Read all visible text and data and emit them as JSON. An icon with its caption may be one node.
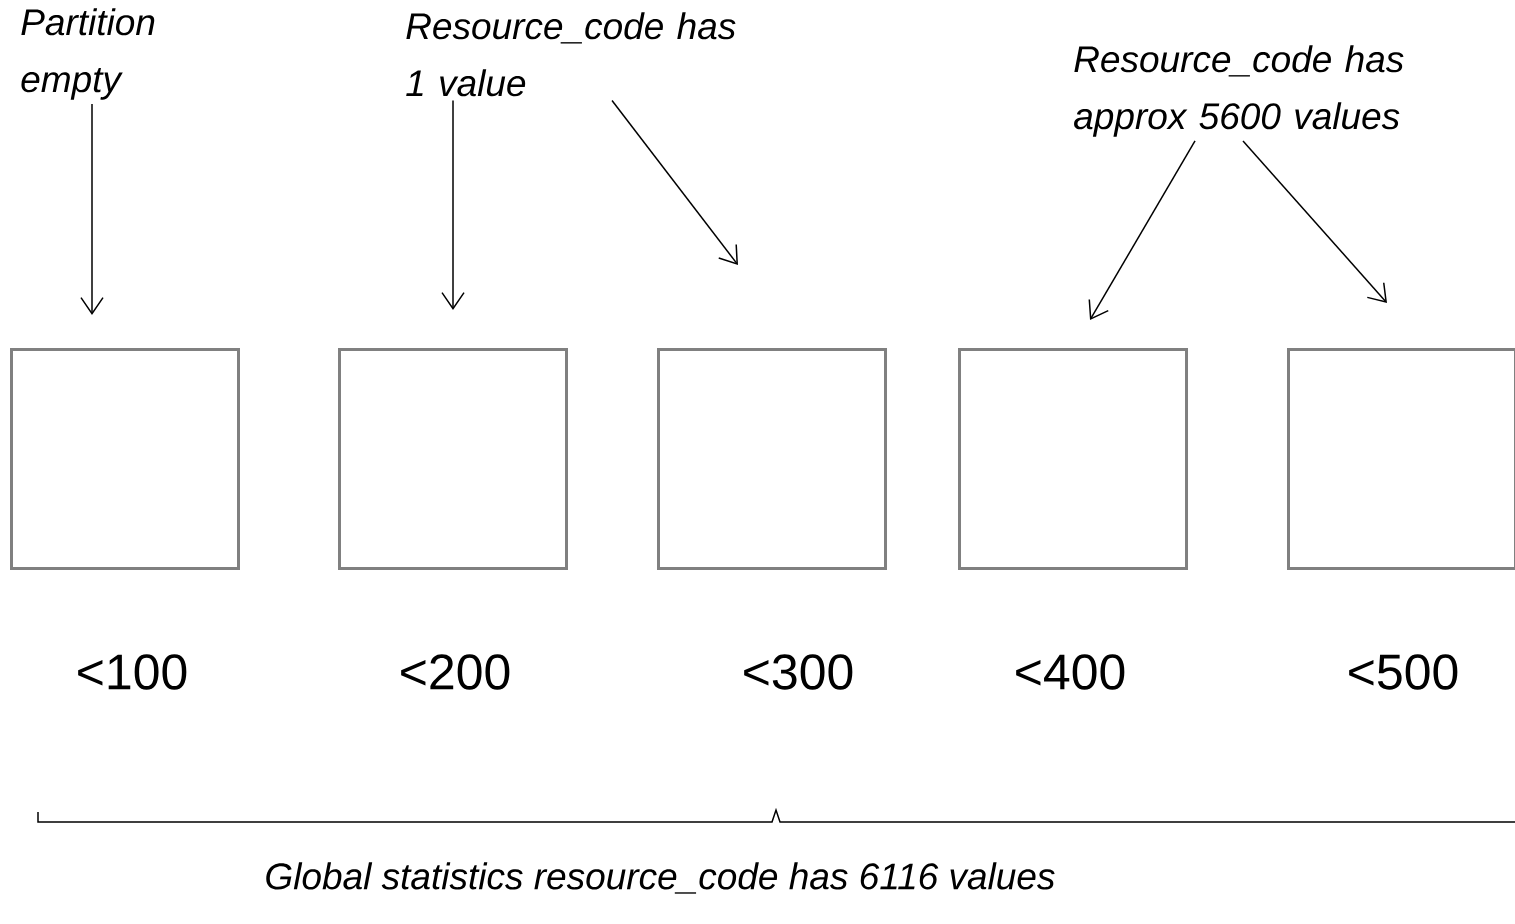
{
  "diagram": {
    "nodes": [
      {
        "text": [
          "Partition empty"
        ]
      },
      {
        "text": [
          "Resource_code has 1 value"
        ]
      },
      {
        "text": [
          "Resource_code has approx 5600 values"
        ]
      },
      {
        "text": [],
        "shape": "box",
        "beside": [
          "<100"
        ]
      },
      {
        "text": [],
        "shape": "box",
        "beside": [
          "<200"
        ]
      },
      {
        "text": [],
        "shape": "box",
        "beside": [
          "<300"
        ]
      },
      {
        "text": [],
        "shape": "box",
        "beside": [
          "<400"
        ]
      },
      {
        "text": [],
        "shape": "box",
        "beside": [
          "<500"
        ]
      }
    ],
    "edges": [
      {
        "from": 0,
        "to": 3,
        "arrow": "to"
      },
      {
        "from": 1,
        "to": 4,
        "arrow": "to"
      },
      {
        "from": 1,
        "to": 5,
        "arrow": "to"
      },
      {
        "from": 2,
        "to": 6,
        "arrow": "to"
      },
      {
        "from": 2,
        "to": 7,
        "arrow": "to"
      }
    ],
    "labels": [
      "Global statistics resource_code has 6116 values"
    ]
  }
}
